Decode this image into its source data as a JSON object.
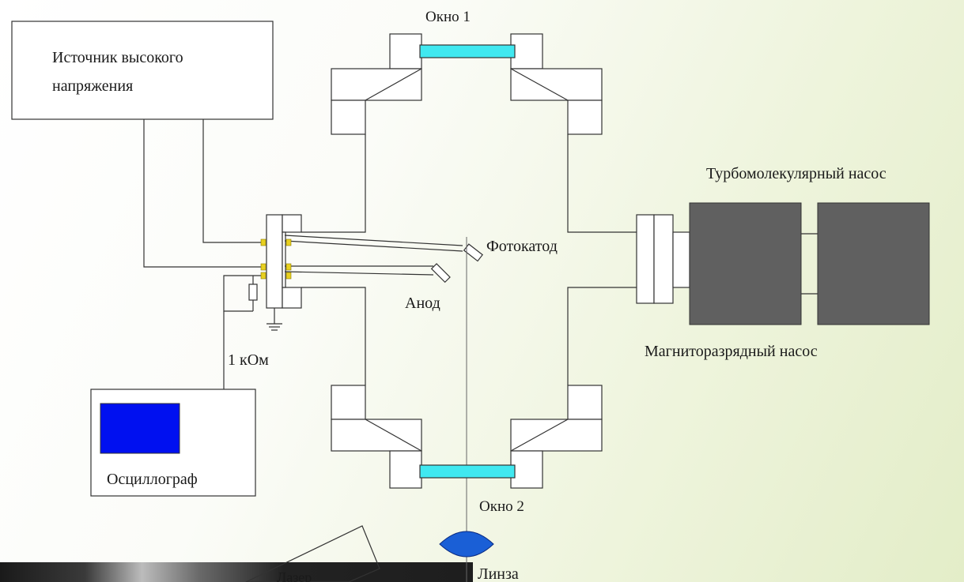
{
  "labels": {
    "hv_source_line1": "Источник высокого",
    "hv_source_line2": "напряжения",
    "window1": "Окно 1",
    "window2": "Окно 2",
    "turbo_pump": "Турбомолекулярный насос",
    "photocathode": "Фотокатод",
    "anode": "Анод",
    "magnetic_pump": "Магниторазрядный насос",
    "resistor": "1 кОм",
    "oscilloscope": "Осциллограф",
    "lens": "Линза",
    "laser": "Лазер"
  },
  "colors": {
    "window_glass": "#40e8f0",
    "oscilloscope_screen": "#0010f0",
    "pump_body": "#606060",
    "lens": "#1a5fd6",
    "connector": "#e8d020"
  }
}
